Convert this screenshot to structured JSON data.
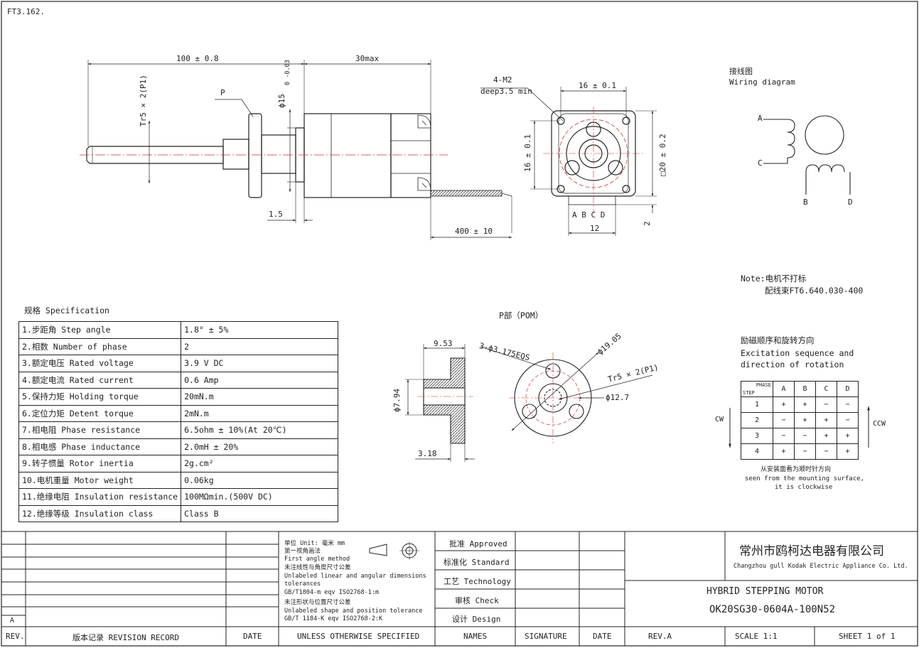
{
  "drawing_number": "FT3.162.",
  "front_view": {
    "length_label": "100 ± 0.8",
    "body_label": "30max",
    "thread_label": "Tr5 × 2(P1)",
    "p_label": "P",
    "phi_label": "ϕ15",
    "phi_tol": "0 -0.03",
    "gap_label": "1.5",
    "lead_label": "400 ± 10"
  },
  "side_view": {
    "holes_label": "4-M2",
    "depth_label": "deep3.5 min",
    "pitch_label": "16 ± 0.1",
    "vpitch_label": "16 ± 0.1",
    "square_label": "□20 ± 0.2",
    "pins": "A  B C  D",
    "pin_width": "12",
    "offset": "2"
  },
  "wiring": {
    "title_cn": "接线图",
    "title_en": "Wiring diagram",
    "A": "A",
    "C": "C",
    "B": "B",
    "D": "D"
  },
  "note": {
    "line1": "Note:电机不打标",
    "line2": "配线束FT6.640.030-400"
  },
  "p_part": {
    "title": "P部（POM）",
    "d1": "9.53",
    "d2": "ϕ7.94",
    "d3": "3.18",
    "holes": "3-ϕ3.175EQS",
    "outer": "ϕ19.05",
    "thread": "Tr5 × 2(P1)",
    "pcd": "ϕ12.7"
  },
  "spec": {
    "title": "规格 Specification",
    "rows": [
      [
        "1.步距角 Step angle",
        "1.8°  ± 5%"
      ],
      [
        "2.相数 Number of phase",
        "2"
      ],
      [
        "3.额定电压 Rated voltage",
        "3.9 V DC"
      ],
      [
        "4.额定电流 Rated current",
        "0.6 Amp"
      ],
      [
        "5.保持力矩 Holding torque",
        "20mN.m"
      ],
      [
        "6.定位力矩 Detent torque",
        "2mN.m"
      ],
      [
        "7.相电阻 Phase resistance",
        "6.5ohm ± 10%(At 20℃)"
      ],
      [
        "8.相电感 Phase inductance",
        "2.0mH ± 20%"
      ],
      [
        "9.转子惯量 Rotor inertia",
        "2g.cm²"
      ],
      [
        "10.电机重量 Motor weight",
        "0.06kg"
      ],
      [
        "11.绝缘电阻 Insulation resistance",
        "100MΩmin.(500V DC)"
      ],
      [
        "12.绝缘等级 Insulation class",
        "Class B"
      ]
    ]
  },
  "excitation": {
    "title_cn": "励磁顺序和旋转方向",
    "title_en1": "Excitation sequence and",
    "title_en2": "direction of rotation",
    "header_phase": "PHASE",
    "header_step": "STEP",
    "cols": [
      "A",
      "B",
      "C",
      "D"
    ],
    "rows": [
      [
        "1",
        "+",
        "+",
        "−",
        "−"
      ],
      [
        "2",
        "−",
        "+",
        "+",
        "−"
      ],
      [
        "3",
        "−",
        "−",
        "+",
        "+"
      ],
      [
        "4",
        "+",
        "−",
        "−",
        "+"
      ]
    ],
    "cw": "CW",
    "ccw": "CCW",
    "foot1": "从安装面看为顺时针方向",
    "foot2": "seen from the mounting surface,",
    "foot3": "it is clockwise"
  },
  "title_block": {
    "rev_letter": "A",
    "units": "单位 Unit: 毫米 mm",
    "angle_cn": "第一视角画法",
    "angle_en": "First angle method",
    "tol_cn": "未注线性与角度尺寸公差",
    "tol_en1": "Unlabeled linear and angular dimensions",
    "tol_en2": "tolerances",
    "std1": "GB/T1804-m  eqv ISO2768-1:m",
    "shape_cn": "未注形状与位置尺寸公差",
    "shape_en": "Unlabeled shape and position tolerance",
    "std2": "GB/T 1184-K  eqv ISO2768-2:K",
    "approved": "批准 Approved",
    "standard": "标准化 Standard",
    "technology": "工艺 Technology",
    "check": "审核 Check",
    "design": "设计 Design",
    "company_cn": "常州市鸥柯达电器有限公司",
    "company_en": "Changzhou gull Kodak Electric Appliance Co. Ltd.",
    "product": "HYBRID STEPPING MOTOR",
    "model": "OK20SG30-0604A-100N52",
    "footer": [
      "REV.",
      "版本记录 REVISION RECORD",
      "DATE",
      "UNLESS OTHERWISE SPECIFIED",
      "NAMES",
      "SIGNATURE",
      "DATE",
      "REV.A",
      "SCALE 1:1",
      "SHEET 1 of 1"
    ]
  }
}
